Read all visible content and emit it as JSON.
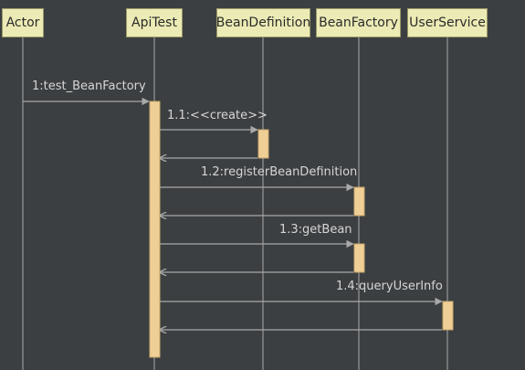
{
  "participants": [
    {
      "id": "actor",
      "label": "Actor"
    },
    {
      "id": "apitest",
      "label": "ApiTest"
    },
    {
      "id": "beandefinition",
      "label": "BeanDefinition"
    },
    {
      "id": "beanfactory",
      "label": "BeanFactory"
    },
    {
      "id": "userservice",
      "label": "UserService"
    }
  ],
  "messages": [
    {
      "id": "m1",
      "label": "1:test_BeanFactory",
      "from": "actor",
      "to": "apitest"
    },
    {
      "id": "m11",
      "label": "1.1:<<create>>",
      "from": "apitest",
      "to": "beandefinition"
    },
    {
      "id": "m12",
      "label": "1.2:registerBeanDefinition",
      "from": "apitest",
      "to": "beanfactory"
    },
    {
      "id": "m13",
      "label": "1.3:getBean",
      "from": "apitest",
      "to": "beanfactory"
    },
    {
      "id": "m14",
      "label": "1.4:queryUserInfo",
      "from": "apitest",
      "to": "userservice"
    }
  ],
  "colors": {
    "background": "#3c3f41",
    "header_fill": "#ecebb5",
    "activation_fill": "#f0cf96",
    "line": "#a9a9a9",
    "text": "#d6d6d6"
  }
}
